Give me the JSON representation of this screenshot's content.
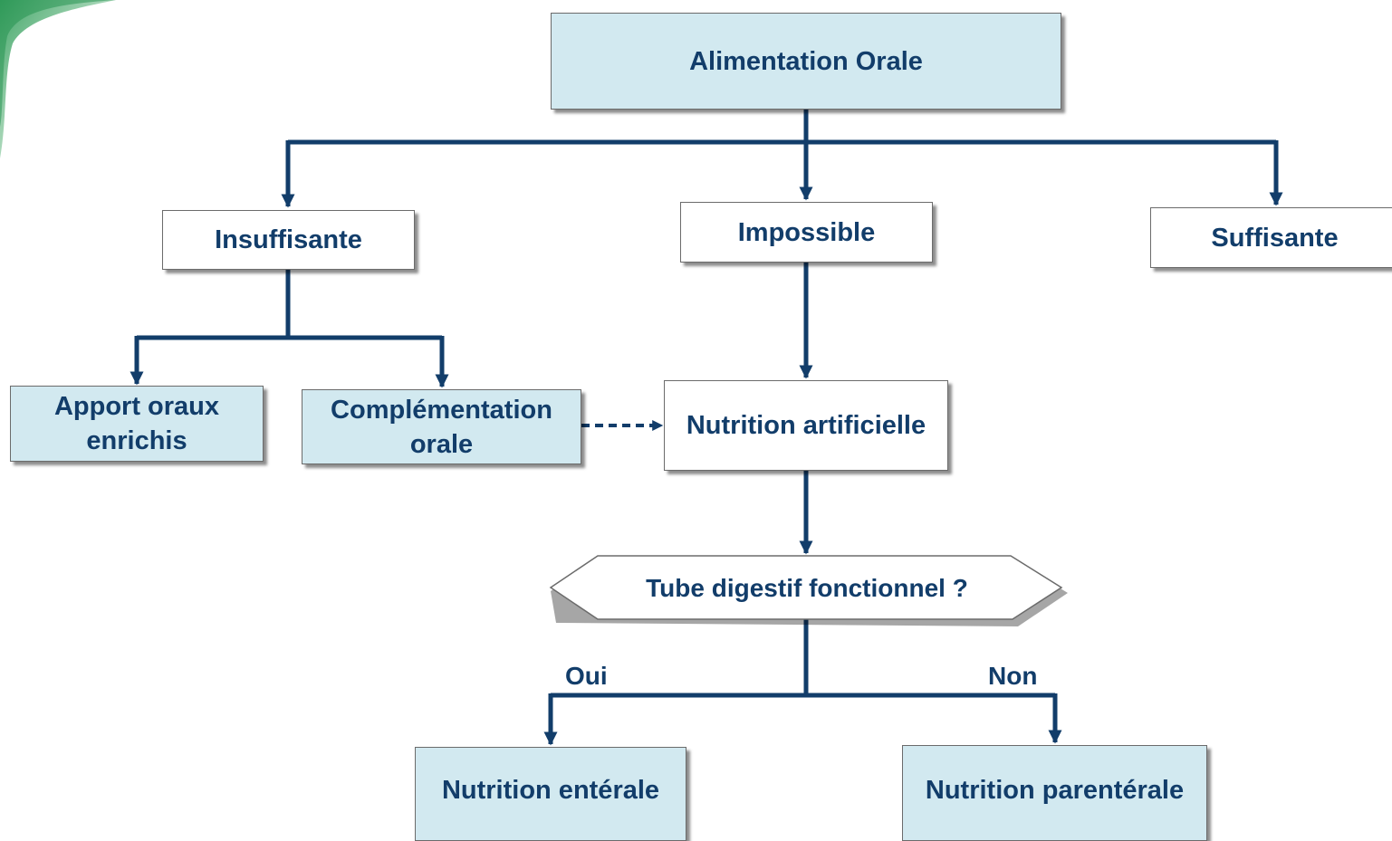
{
  "diagram": {
    "root": {
      "label": "Alimentation Orale"
    },
    "level1": {
      "insuffisante": "Insuffisante",
      "impossible": "Impossible",
      "suffisante": "Suffisante"
    },
    "level2": {
      "apport": "Apport oraux enrichis",
      "complementation": "Complémentation orale",
      "nutrition_artificielle": "Nutrition artificielle"
    },
    "decision": {
      "question": "Tube digestif fonctionnel ?"
    },
    "branches": {
      "yes": "Oui",
      "no": "Non"
    },
    "outcomes": {
      "enterale": "Nutrition entérale",
      "parenterale": "Nutrition parentérale"
    }
  },
  "colors": {
    "connector": "#123d6a",
    "text": "#123d6a",
    "box_fill_blue": "#d2e9f0",
    "box_fill_white": "#ffffff",
    "decoration": "#2a9a55"
  }
}
